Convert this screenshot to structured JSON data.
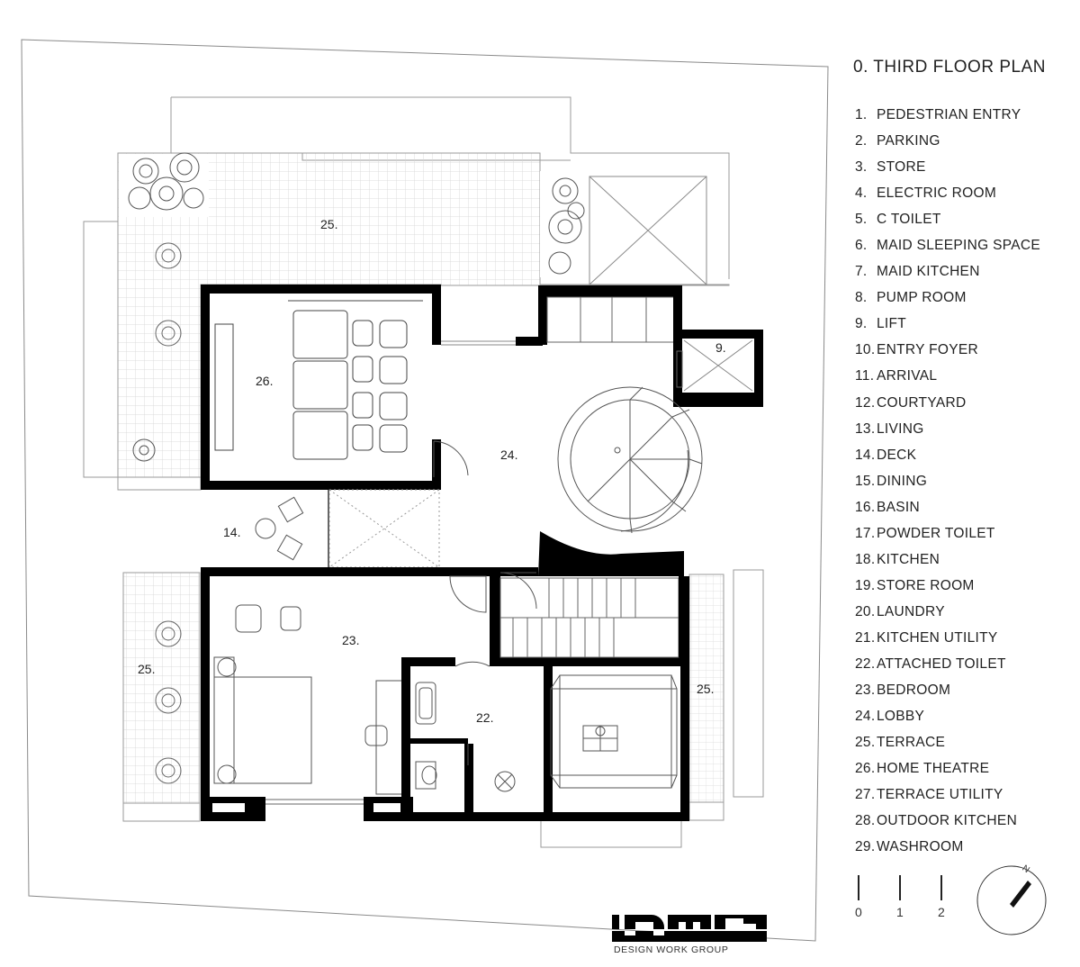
{
  "title": "0. THIRD FLOOR PLAN",
  "legend": [
    {
      "num": "1.",
      "label": "PEDESTRIAN ENTRY"
    },
    {
      "num": "2.",
      "label": "PARKING"
    },
    {
      "num": "3.",
      "label": "STORE"
    },
    {
      "num": "4.",
      "label": "ELECTRIC ROOM"
    },
    {
      "num": "5.",
      "label": "C TOILET"
    },
    {
      "num": "6.",
      "label": "MAID SLEEPING SPACE"
    },
    {
      "num": "7.",
      "label": "MAID KITCHEN"
    },
    {
      "num": "8.",
      "label": "PUMP ROOM"
    },
    {
      "num": "9.",
      "label": "LIFT"
    },
    {
      "num": "10.",
      "label": "ENTRY FOYER"
    },
    {
      "num": "11.",
      "label": "ARRIVAL"
    },
    {
      "num": "12.",
      "label": "COURTYARD"
    },
    {
      "num": "13.",
      "label": "LIVING"
    },
    {
      "num": "14.",
      "label": "DECK"
    },
    {
      "num": "15.",
      "label": "DINING"
    },
    {
      "num": "16.",
      "label": "BASIN"
    },
    {
      "num": "17.",
      "label": "POWDER TOILET"
    },
    {
      "num": "18.",
      "label": "KITCHEN"
    },
    {
      "num": "19.",
      "label": "STORE ROOM"
    },
    {
      "num": "20.",
      "label": "LAUNDRY"
    },
    {
      "num": "21.",
      "label": "KITCHEN UTILITY"
    },
    {
      "num": "22.",
      "label": "ATTACHED TOILET"
    },
    {
      "num": "23.",
      "label": "BEDROOM"
    },
    {
      "num": "24.",
      "label": "LOBBY"
    },
    {
      "num": "25.",
      "label": "TERRACE"
    },
    {
      "num": "26.",
      "label": "HOME THEATRE"
    },
    {
      "num": "27.",
      "label": "TERRACE UTILITY"
    },
    {
      "num": "28.",
      "label": "OUTDOOR KITCHEN"
    },
    {
      "num": "29.",
      "label": "WASHROOM"
    }
  ],
  "plan_labels": {
    "terrace_top": "25.",
    "terrace_left": "25.",
    "terrace_right": "25.",
    "lift": "9.",
    "home_theatre": "26.",
    "lobby": "24.",
    "deck": "14.",
    "bedroom": "23.",
    "attached_toilet": "22."
  },
  "scale": {
    "ticks": [
      "0",
      "1",
      "2"
    ]
  },
  "north": "N",
  "logo": {
    "mark": "DWG",
    "subtitle": "DESIGN WORK GROUP"
  },
  "colors": {
    "wall": "#000000",
    "line": "#9a9a9a",
    "grid": "#d6d6d6"
  }
}
